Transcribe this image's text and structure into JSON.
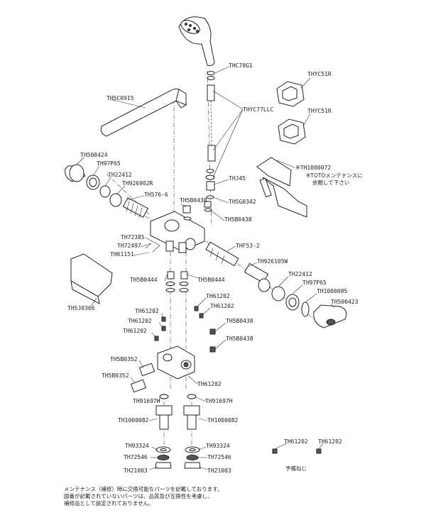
{
  "labels": {
    "thc70g1": "THC70G1",
    "thyc51r_top": "THYC51R",
    "thyc51r_bottom": "THYC51R",
    "thyc77llc": "THYC77LLC",
    "th5c0915": "TH5C0915",
    "th500424": "TH500424",
    "th97p65_left": "TH97P65",
    "th22412_left": "TH22412",
    "th926902r": "TH926902R",
    "th576_6": "TH576-6",
    "th1000072": "※TH1000072",
    "toto_note": "※TOTOメンテナンスに",
    "toto_note_2": "依頼して下さい",
    "thj45": "THJ45",
    "th5g0342": "TH5G0342",
    "th5b0438_top_left": "TH5B0438",
    "th5b0438_top_right": "TH5B0438",
    "th72385": "TH72385",
    "th72497": "TH72497",
    "th61151": "TH61151",
    "thf53_2": "THF53-2",
    "th926105w": "TH926105W",
    "th5b0444_left": "TH5B0444",
    "th5b0444_right": "TH5B0444",
    "th22412_right": "TH22412",
    "th97p65_right": "TH97P65",
    "th1000085": "TH1000085",
    "th500423": "TH500423",
    "th5j0366": "TH5J0366",
    "th61202_a": "TH61202",
    "th61202_b": "TH61202",
    "th61202_c": "TH61202",
    "th61202_d": "TH61202",
    "th61202_e": "TH61202",
    "th61202_f": "TH61202",
    "th5b0438_mid_a": "TH5B0438",
    "th5b0438_mid_b": "TH5B0438",
    "th5b0352_a": "TH5B0352",
    "th5b0352_b": "TH5B0352",
    "th91697h_left": "TH91697H",
    "th91697h_right": "TH91697H",
    "th1000082_left": "TH1000082",
    "th1000082_right": "TH1000082",
    "th93324_left": "TH93324",
    "th93324_right": "TH93324",
    "th72546_left": "TH72546",
    "th72546_right": "TH72546",
    "th21003_left": "TH21003",
    "th21003_right": "TH21003",
    "th61202_spare_left": "TH61202",
    "th61202_spare_right": "TH61202",
    "spare_screw": "予備ねじ"
  },
  "footnote": {
    "line1": "メンテナンス（補修）時に交換可能なパーツを記載しております。",
    "line2": "図番が記載されていないパーツは、品質及び互換性を考慮し、",
    "line3": "補修品として設定されておりません。"
  }
}
